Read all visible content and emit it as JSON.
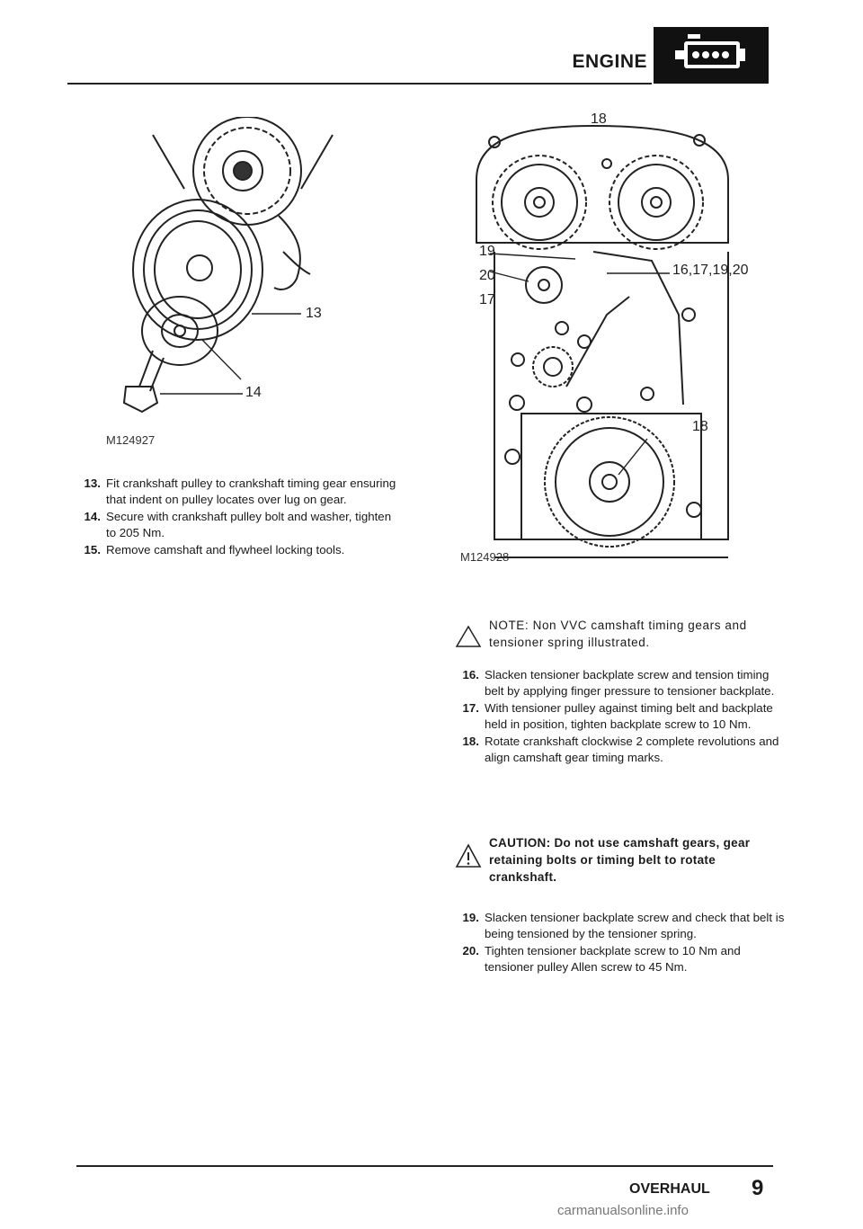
{
  "header": {
    "title": "ENGINE",
    "icon": "engine-icon"
  },
  "footer": {
    "section": "OVERHAUL",
    "page_number": "9"
  },
  "figure_left": {
    "caption": "M124927",
    "callouts": [
      "13",
      "14"
    ]
  },
  "figure_right": {
    "caption": "M124928",
    "callouts": [
      "18",
      "19",
      "20",
      "17",
      "16,17,19,20",
      "18"
    ]
  },
  "steps_left": [
    {
      "num": "13.",
      "text": "Fit crankshaft pulley to crankshaft timing gear ensuring that indent on pulley locates over lug on gear."
    },
    {
      "num": "14.",
      "text": "Secure with crankshaft pulley bolt and washer, tighten to 205 Nm."
    },
    {
      "num": "15.",
      "text": "Remove camshaft and flywheel locking tools."
    }
  ],
  "note": {
    "icon": "note-icon",
    "text": "NOTE: Non VVC camshaft timing gears and tensioner spring illustrated."
  },
  "steps_right_a": [
    {
      "num": "16.",
      "text": "Slacken tensioner backplate screw and tension timing belt by applying finger pressure to tensioner backplate."
    },
    {
      "num": "17.",
      "text": "With tensioner pulley against timing belt and backplate held in position, tighten backplate screw to 10 Nm."
    },
    {
      "num": "18.",
      "text": "Rotate crankshaft clockwise 2 complete revolutions and align camshaft gear timing marks."
    }
  ],
  "caution": {
    "icon": "caution-icon",
    "text": "CAUTION: Do not use camshaft gears, gear retaining bolts or timing belt to rotate crankshaft."
  },
  "steps_right_b": [
    {
      "num": "19.",
      "text": "Slacken tensioner backplate screw and check that belt is being tensioned by the tensioner spring."
    },
    {
      "num": "20.",
      "text": "Tighten tensioner backplate screw to 10 Nm and tensioner pulley Allen screw to 45 Nm."
    }
  ],
  "watermark": "carmanualsonline.info"
}
